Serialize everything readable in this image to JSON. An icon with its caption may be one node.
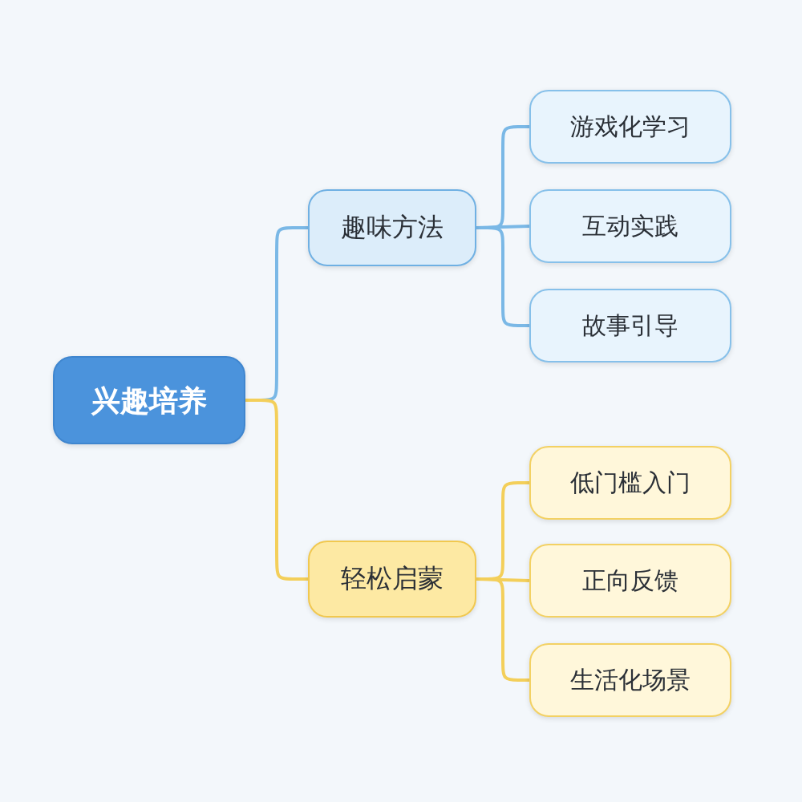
{
  "diagram": {
    "nodes": [
      {
        "text": [
          "兴趣培养"
        ]
      },
      {
        "text": [
          "趣味方法"
        ]
      },
      {
        "text": [
          "游戏化学习"
        ]
      },
      {
        "text": [
          "互动实践"
        ]
      },
      {
        "text": [
          "故事引导"
        ]
      },
      {
        "text": [
          "轻松启蒙"
        ]
      },
      {
        "text": [
          "低门槛入门"
        ]
      },
      {
        "text": [
          "正向反馈"
        ]
      },
      {
        "text": [
          "生活化场景"
        ]
      }
    ],
    "edges": [
      {
        "from": 0,
        "to": 1,
        "arrow": "none",
        "color": "#7ab8e6"
      },
      {
        "from": 1,
        "to": 2,
        "arrow": "none",
        "color": "#7ab8e6"
      },
      {
        "from": 1,
        "to": 3,
        "arrow": "none",
        "color": "#7ab8e6"
      },
      {
        "from": 1,
        "to": 4,
        "arrow": "none",
        "color": "#7ab8e6"
      },
      {
        "from": 0,
        "to": 5,
        "arrow": "none",
        "color": "#f3cf5a"
      },
      {
        "from": 5,
        "to": 6,
        "arrow": "none",
        "color": "#f3cf5a"
      },
      {
        "from": 5,
        "to": 7,
        "arrow": "none",
        "color": "#f3cf5a"
      },
      {
        "from": 5,
        "to": 8,
        "arrow": "none",
        "color": "#f3cf5a"
      }
    ]
  }
}
